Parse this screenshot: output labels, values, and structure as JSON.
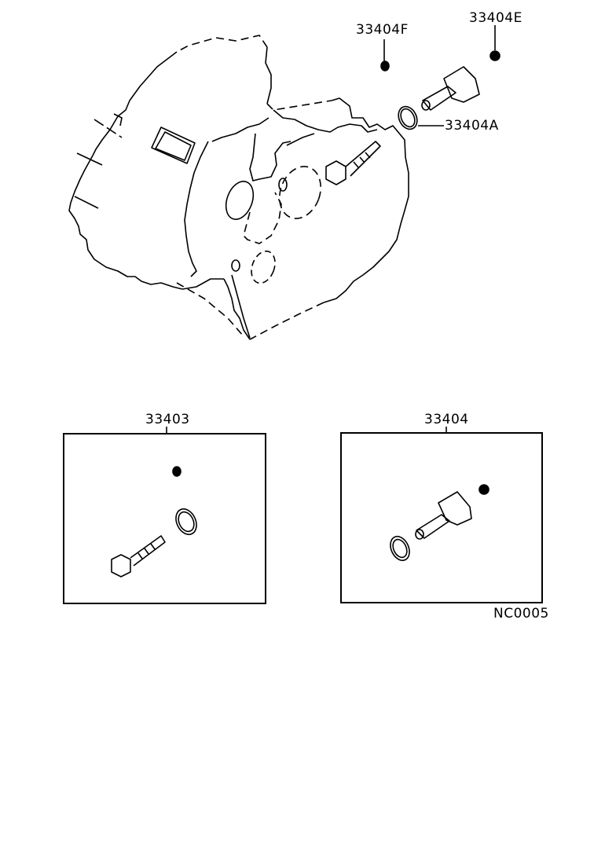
{
  "diagram": {
    "type": "parts-exploded-view",
    "colors": {
      "line": "#000000",
      "background": "#ffffff"
    },
    "callouts": {
      "part_33404F": "33404F",
      "part_33404E": "33404E",
      "part_33404A": "33404A"
    },
    "kits": [
      {
        "label": "33403",
        "contents": [
          "snap-ring",
          "o-ring",
          "speedometer-driven-gear-shaft"
        ]
      },
      {
        "label": "33404",
        "contents": [
          "o-ring",
          "speedometer-sleeve",
          "oil-seal"
        ]
      }
    ],
    "figure_code": "NC0005"
  }
}
